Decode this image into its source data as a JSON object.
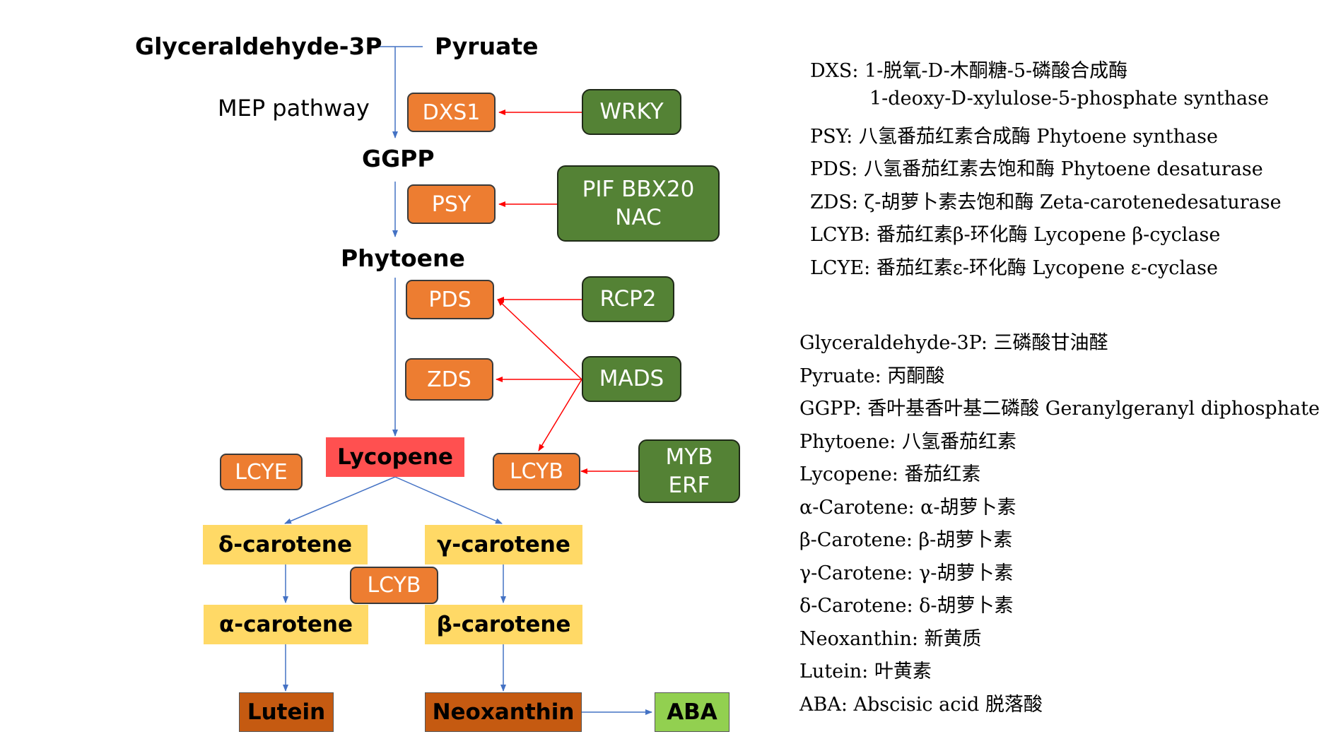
{
  "pathway": {
    "g3p": "Glyceraldehyde-3P",
    "pyruate": "Pyruate",
    "mep": "MEP pathway",
    "ggpp": "GGPP",
    "phytoene": "Phytoene",
    "lycopene": "Lycopene",
    "delta_carotene": "δ-carotene",
    "gamma_carotene": "γ-carotene",
    "alpha_carotene": "α-carotene",
    "beta_carotene": "β-carotene",
    "lutein": "Lutein",
    "neoxanthin": "Neoxanthin",
    "aba": "ABA"
  },
  "enzymes": {
    "dxs1": "DXS1",
    "psy": "PSY",
    "pds": "PDS",
    "zds": "ZDS",
    "lcye": "LCYE",
    "lcyb_right": "LCYB",
    "lcyb_mid": "LCYB"
  },
  "regulators": {
    "wrky": "WRKY",
    "pif_line1": "PIF BBX20",
    "pif_line2": "NAC",
    "rcp2": "RCP2",
    "mads": "MADS",
    "myb_line1": "MYB",
    "myb_line2": "ERF"
  },
  "legend_enzymes": [
    "DXS: 1-脱氧-D-木酮糖-5-磷酸合成酶",
    "1-deoxy-D-xylulose-5-phosphate synthase",
    "PSY: 八氢番茄红素合成酶  Phytoene synthase",
    "PDS: 八氢番茄红素去饱和酶  Phytoene desaturase",
    "ZDS:  ζ-胡萝卜素去饱和酶  Zeta-carotenedesaturase",
    "LCYB: 番茄红素β-环化酶  Lycopene β-cyclase",
    "LCYE: 番茄红素ε-环化酶  Lycopene ε-cyclase"
  ],
  "legend_compounds": [
    "Glyceraldehyde-3P: 三磷酸甘油醛",
    "Pyruate: 丙酮酸",
    "GGPP: 香叶基香叶基二磷酸 Geranylgeranyl diphosphate",
    "Phytoene: 八氢番茄红素",
    "Lycopene: 番茄红素",
    "α-Carotene: α-胡萝卜素",
    "β-Carotene: β-胡萝卜素",
    "γ-Carotene: γ-胡萝卜素",
    "δ-Carotene: δ-胡萝卜素",
    "Neoxanthin: 新黄质",
    "Lutein: 叶黄素",
    "ABA: Abscisic acid 脱落酸"
  ],
  "colors": {
    "blue_arrow": "#4472C4",
    "red_arrow": "#FF0000",
    "enzyme": "#ED7D31",
    "regulator": "#548235",
    "carotene": "#FFD966",
    "product": "#C55A11",
    "lycopene": "#FF5050",
    "aba": "#92D050"
  }
}
